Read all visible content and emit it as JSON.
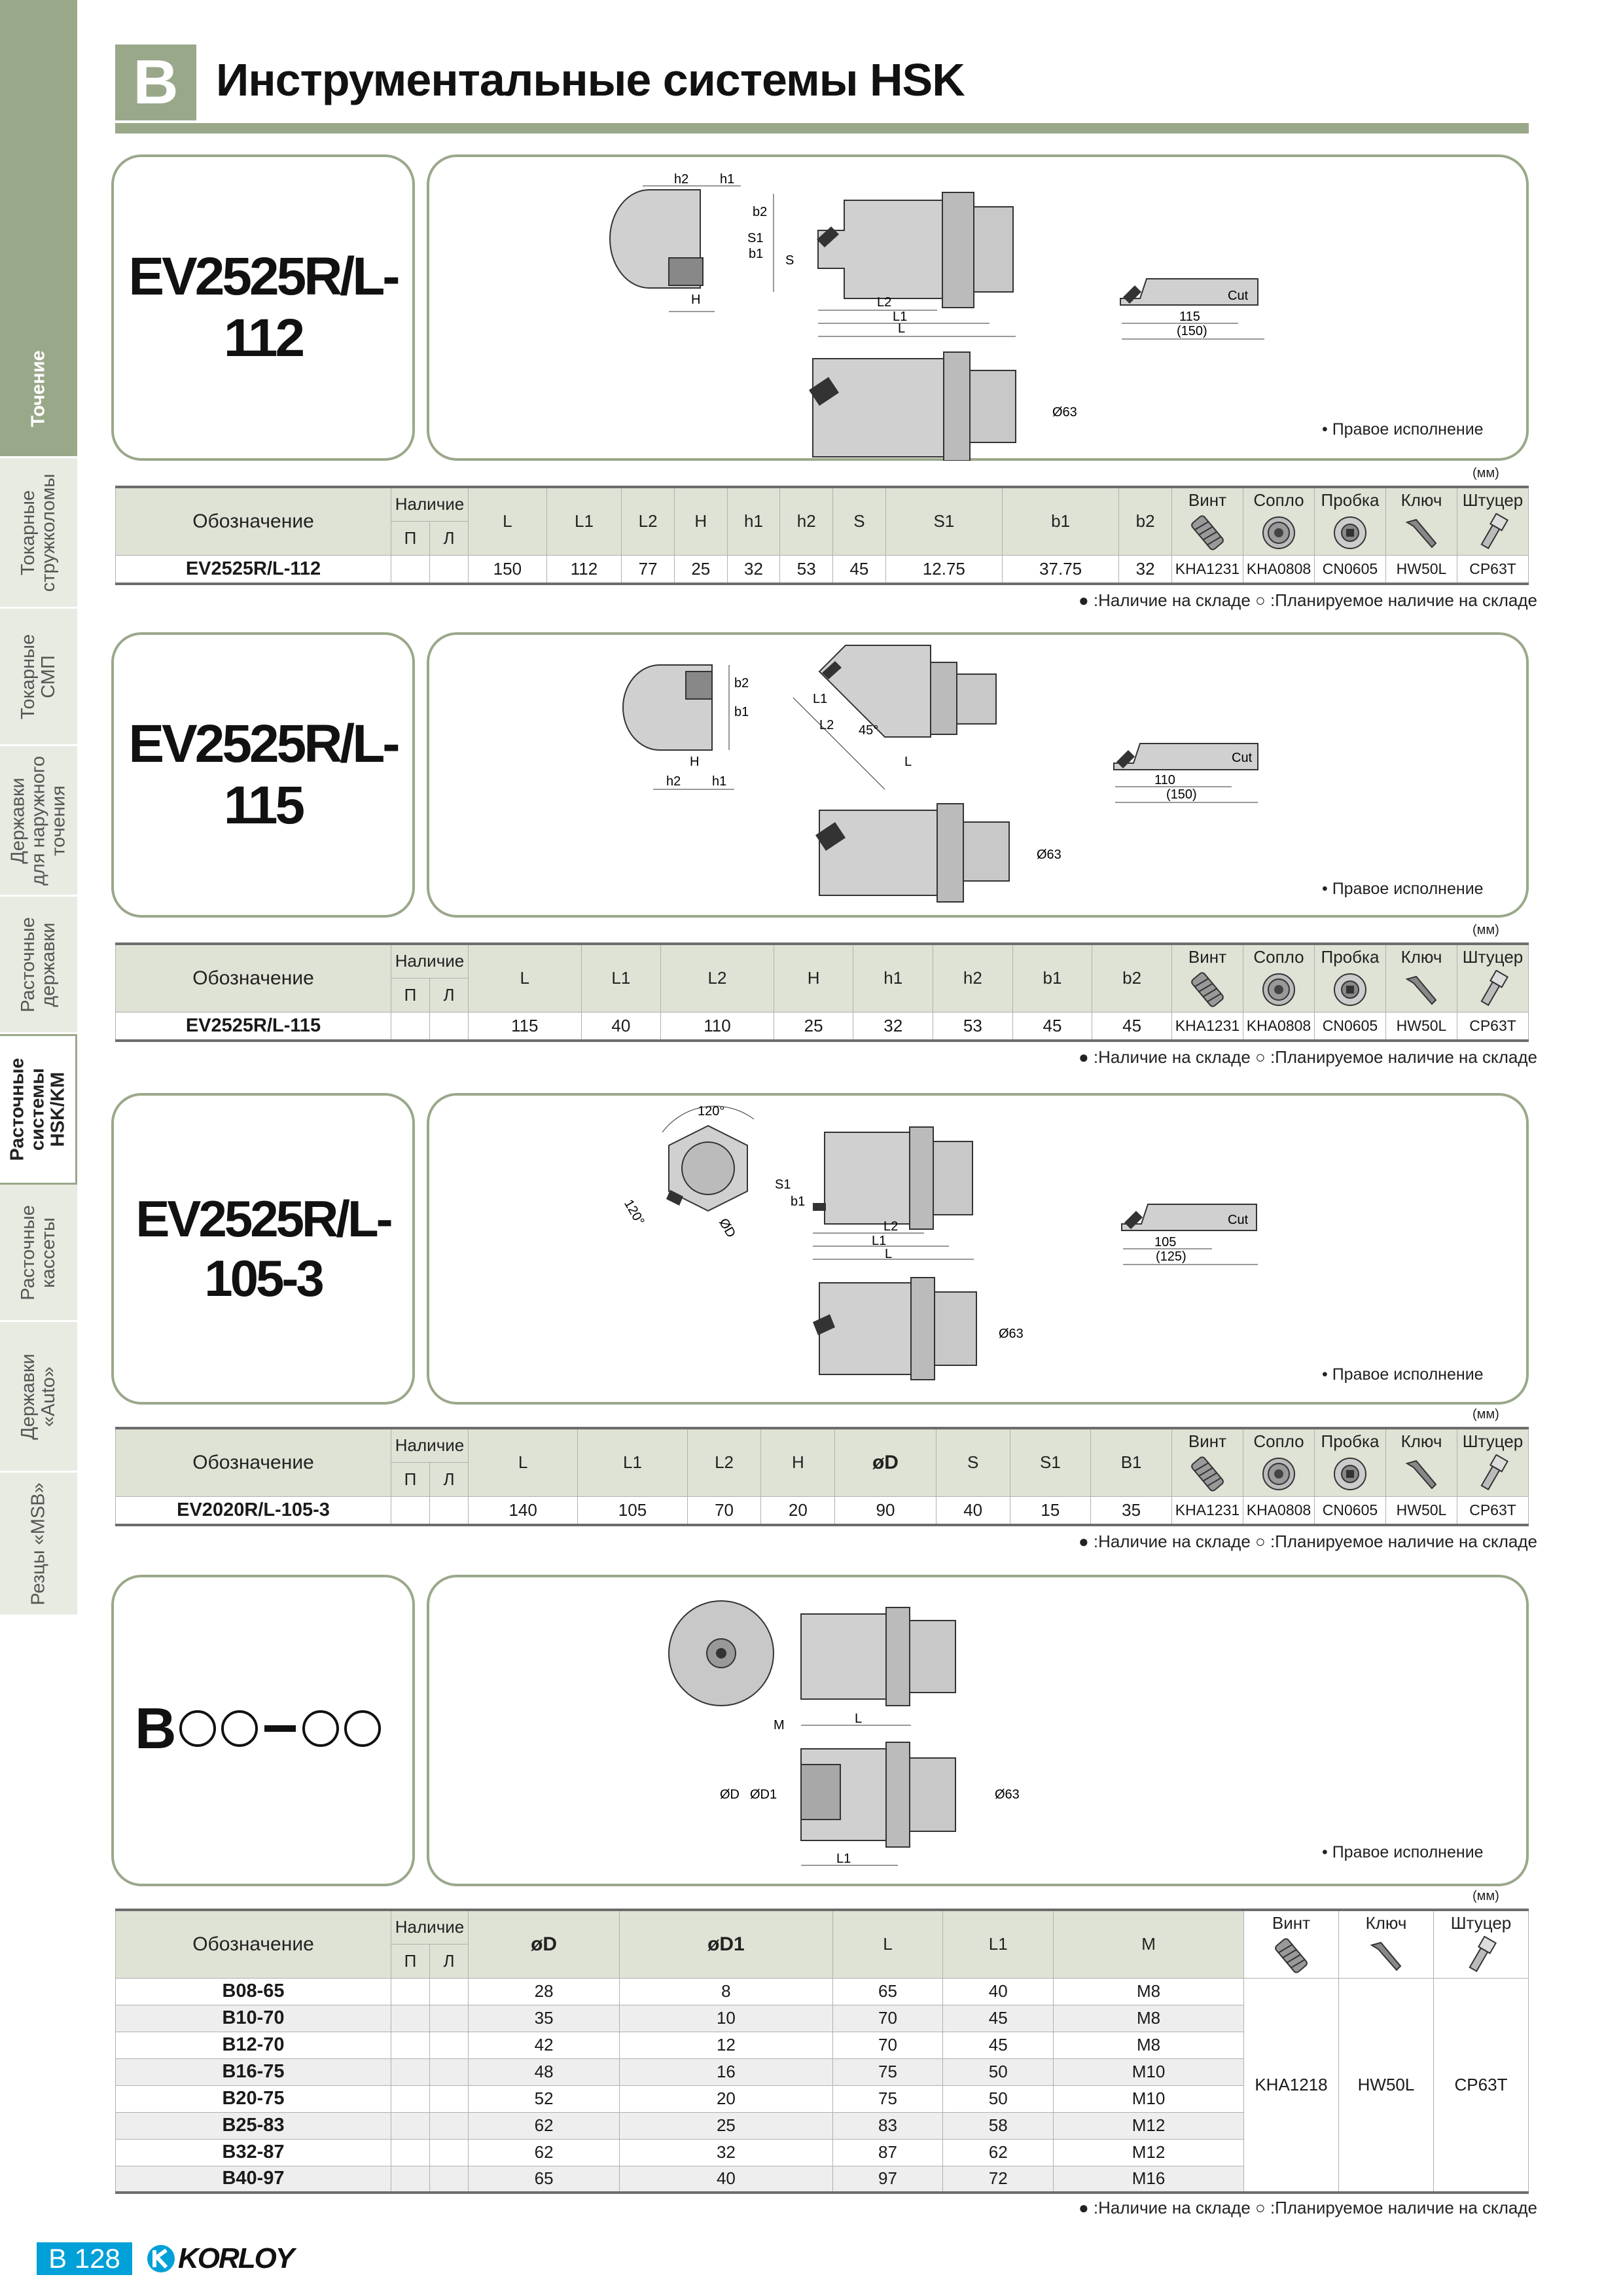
{
  "header": {
    "badge": "B",
    "title": "Инструментальные системы HSK"
  },
  "side_tabs": [
    {
      "label": "Точение"
    },
    {
      "label": "Токарные\nстружколомы"
    },
    {
      "label": "Токарные\nСМП"
    },
    {
      "label": "Державки\nдля наружного\nточения"
    },
    {
      "label": "Расточные\nдержавки"
    },
    {
      "label": "Расточные\nсистемы\nHSK/KM"
    },
    {
      "label": "Расточные\nкассеты"
    },
    {
      "label": "Державки\n«Auto»"
    },
    {
      "label": "Резцы «MSB»"
    }
  ],
  "common": {
    "right_version": "• Правое исполнение",
    "unit": "(мм)",
    "legend": "● :Наличие на складе ○ :Планируемое наличие на складе",
    "col_designation": "Обозначение",
    "col_availability": "Наличие",
    "avail_p": "П",
    "avail_l": "Л",
    "acc_screw": "Винт",
    "acc_nozzle": "Сопло",
    "acc_plug": "Пробка",
    "acc_key": "Ключ",
    "acc_fitting": "Штуцер"
  },
  "sections": [
    {
      "code": "EV2525R/L-112",
      "dims": {
        "h2": "h2",
        "h1": "h1",
        "b2": "b2",
        "S1": "S1",
        "b1": "b1",
        "S": "S",
        "H": "H",
        "L2": "L2",
        "L1": "L1",
        "L": "L",
        "cut": "Cut",
        "len1": "115",
        "len2": "(150)",
        "dia": "Ø63"
      },
      "table": {
        "columns": [
          "L",
          "L1",
          "L2",
          "H",
          "h1",
          "h2",
          "S",
          "S1",
          "b1",
          "b2"
        ],
        "rows": [
          {
            "code": "EV2525R/L-112",
            "values": [
              "150",
              "112",
              "77",
              "25",
              "32",
              "53",
              "45",
              "12.75",
              "37.75",
              "32"
            ],
            "acc": [
              "KHA1231",
              "KHA0808",
              "CN0605",
              "HW50L",
              "CP63T"
            ]
          }
        ]
      }
    },
    {
      "code": "EV2525R/L-115",
      "dims": {
        "b2": "b2",
        "b1": "b1",
        "L1": "L1",
        "L2": "L2",
        "L": "L",
        "angle": "45°",
        "H": "H",
        "h2": "h2",
        "h1": "h1",
        "cut": "Cut",
        "len1": "110",
        "len2": "(150)",
        "dia": "Ø63"
      },
      "table": {
        "columns": [
          "L",
          "L1",
          "L2",
          "H",
          "h1",
          "h2",
          "b1",
          "b2"
        ],
        "rows": [
          {
            "code": "EV2525R/L-115",
            "values": [
              "115",
              "40",
              "110",
              "25",
              "32",
              "53",
              "45",
              "45"
            ],
            "acc": [
              "KHA1231",
              "KHA0808",
              "CN0605",
              "HW50L",
              "CP63T"
            ]
          }
        ]
      }
    },
    {
      "code": "EV2525R/L-105-3",
      "dims": {
        "a1": "120°",
        "a2": "120°",
        "D": "ØD",
        "S1": "S1",
        "b1": "b1",
        "L2": "L2",
        "L1": "L1",
        "L": "L",
        "cut": "Cut",
        "len1": "105",
        "len2": "(125)",
        "dia": "Ø63"
      },
      "table": {
        "columns": [
          "L",
          "L1",
          "L2",
          "H",
          "øD",
          "S",
          "S1",
          "B1"
        ],
        "rows": [
          {
            "code": "EV2020R/L-105-3",
            "values": [
              "140",
              "105",
              "70",
              "20",
              "90",
              "40",
              "15",
              "35"
            ],
            "acc": [
              "KHA1231",
              "KHA0808",
              "CN0605",
              "HW50L",
              "CP63T"
            ]
          }
        ]
      }
    }
  ],
  "b_section": {
    "code_prefix": "B",
    "dims": {
      "L": "L",
      "M": "M",
      "D": "ØD",
      "D1": "ØD1",
      "dia": "Ø63",
      "L1": "L1"
    },
    "table": {
      "columns": [
        "øD",
        "øD1",
        "L",
        "L1",
        "M"
      ],
      "acc_headers": [
        "Винт",
        "Ключ",
        "Штуцер"
      ],
      "acc_values": [
        "KHA1218",
        "HW50L",
        "CP63T"
      ],
      "rows": [
        {
          "code": "B08-65",
          "values": [
            "28",
            "8",
            "65",
            "40",
            "M8"
          ]
        },
        {
          "code": "B10-70",
          "values": [
            "35",
            "10",
            "70",
            "45",
            "M8"
          ]
        },
        {
          "code": "B12-70",
          "values": [
            "42",
            "12",
            "70",
            "45",
            "M8"
          ]
        },
        {
          "code": "B16-75",
          "values": [
            "48",
            "16",
            "75",
            "50",
            "M10"
          ]
        },
        {
          "code": "B20-75",
          "values": [
            "52",
            "20",
            "75",
            "50",
            "M10"
          ]
        },
        {
          "code": "B25-83",
          "values": [
            "62",
            "25",
            "83",
            "58",
            "M12"
          ]
        },
        {
          "code": "B32-87",
          "values": [
            "62",
            "32",
            "87",
            "62",
            "M12"
          ]
        },
        {
          "code": "B40-97",
          "values": [
            "65",
            "40",
            "97",
            "72",
            "M16"
          ]
        }
      ]
    }
  },
  "footer": {
    "page": "B 128",
    "brand": "KORLOY"
  }
}
